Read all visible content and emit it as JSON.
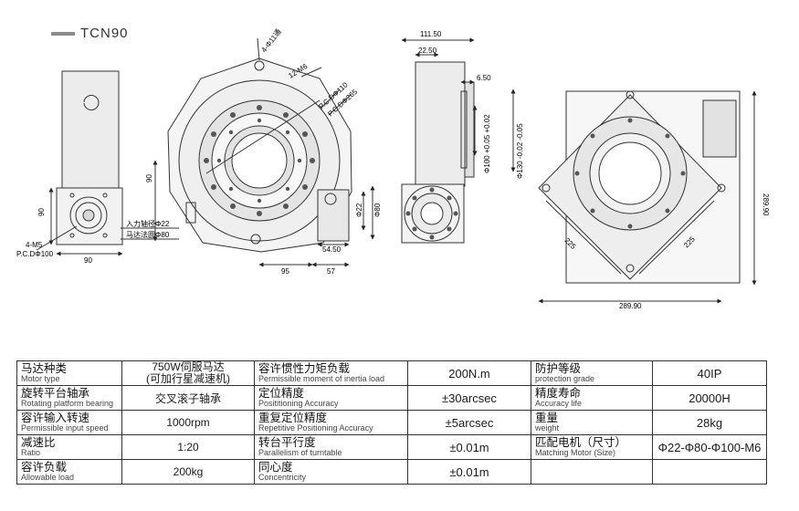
{
  "header": {
    "title": "TCN90"
  },
  "drawing": {
    "left_view": {
      "dim_left_90": "90",
      "dim_bottom_90": "90",
      "bolt": "4-M5",
      "pcd": "P.C.DΦ100"
    },
    "front_view": {
      "holes_label": "4-Φ11通",
      "tap_label": "12-M6",
      "pcd_110": "P.C.DΦ110",
      "pcd_265": "P.C.DΦ265",
      "dim_90": "90",
      "dim_95": "95",
      "dim_57": "57",
      "dim_54_50": "54.50",
      "dim_phi22_v": "Φ22",
      "dim_phi80_v": "Φ80",
      "input_shaft": "入力轴径Φ22",
      "motor_flange": "马达法圆Φ80"
    },
    "side_view": {
      "dim_111_50": "111.50",
      "dim_22_50": "22.50",
      "dim_6_50": "6.50",
      "phi100": "Φ100 +0.05 +0.02",
      "phi130": "Φ130 -0.02 -0.05"
    },
    "top_view": {
      "dim_289_90_v": "289.90",
      "dim_289_90_h": "289.90",
      "dim_225_a": "225",
      "dim_225_b": "225"
    }
  },
  "specs": {
    "rows": [
      [
        {
          "cn": "马达种类",
          "en": "Motor type"
        },
        {
          "value": "750W伺服马达\n(可加行星减速机)"
        },
        {
          "cn": "容许惯性力矩负载",
          "en": "Permissible moment of inertia load"
        },
        {
          "value": "200N.m"
        },
        {
          "cn": "防护等级",
          "en": "protection grade"
        },
        {
          "value": "40IP"
        }
      ],
      [
        {
          "cn": "旋转平台轴承",
          "en": "Rotating platform bearing"
        },
        {
          "value": "交叉滚子轴承"
        },
        {
          "cn": "定位精度",
          "en": "Posititioning Accuracy"
        },
        {
          "value": "±30arcsec"
        },
        {
          "cn": "精度寿命",
          "en": "Accuracy life"
        },
        {
          "value": "20000H"
        }
      ],
      [
        {
          "cn": "容许输入转速",
          "en": "Permissible input speed"
        },
        {
          "value": "1000rpm"
        },
        {
          "cn": "重复定位精度",
          "en": "Repetitive Positioning Accuracy"
        },
        {
          "value": "±5arcsec"
        },
        {
          "cn": "重量",
          "en": "weight"
        },
        {
          "value": "28kg"
        }
      ],
      [
        {
          "cn": "减速比",
          "en": "Ratio"
        },
        {
          "value": "1:20"
        },
        {
          "cn": "转台平行度",
          "en": "Parallelism of turntable"
        },
        {
          "value": "±0.01m"
        },
        {
          "cn": "匹配电机（尺寸）",
          "en": "Matching Motor (Size)"
        },
        {
          "value": "Φ22-Φ80-Φ100-M6"
        }
      ],
      [
        {
          "cn": "容许负载",
          "en": "Allowable load"
        },
        {
          "value": "200kg"
        },
        {
          "cn": "同心度",
          "en": "Concentricity"
        },
        {
          "value": "±0.01m"
        },
        {
          "cn": "",
          "en": ""
        },
        {
          "value": ""
        }
      ]
    ]
  }
}
